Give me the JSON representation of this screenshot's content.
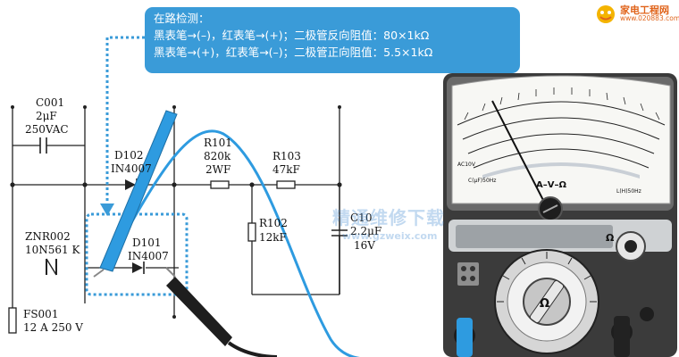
{
  "callout": {
    "title": "在路检测：",
    "line1": "黑表笔→(–)，红表笔→(+)；二极管反向阻值：80×1kΩ",
    "line2": "黑表笔→(+)，红表笔→(–)；二极管正向阻值：5.5×1kΩ"
  },
  "logo": {
    "title": "家电工程网",
    "url": "www.020883.com"
  },
  "watermark": {
    "text": "精通维修下载",
    "url": "www.gzweix.com"
  },
  "components": {
    "c001": {
      "ref": "C001",
      "value": "2μF",
      "rating": "250VAC"
    },
    "d102": {
      "ref": "D102",
      "part": "IN4007"
    },
    "d101": {
      "ref": "D101",
      "part": "IN4007"
    },
    "r101": {
      "ref": "R101",
      "value": "820k",
      "rating": "2WF"
    },
    "r103": {
      "ref": "R103",
      "value": "47kF"
    },
    "r102": {
      "ref": "R102",
      "value": "12kF"
    },
    "c10": {
      "ref": "C10",
      "value": "2.2μF",
      "rating": "16V"
    },
    "znr002": {
      "ref": "ZNR002",
      "part": "10N561 K"
    },
    "fs001": {
      "ref": "FS001",
      "rating": "12 A 250 V"
    }
  },
  "multimeter": {
    "scale_center": "A–V–Ω",
    "dial_center": "Ω",
    "knob_side_label": "Ω",
    "scale_left_small": "AC10V",
    "scale_left_bottom": "C(μF)50Hz",
    "scale_right_bottom": "L(H)50Hz",
    "reading_x1k": 80,
    "reading_unit": "×1kΩ"
  },
  "colors": {
    "callout_bg": "#3a9bd8",
    "probe_cable": "#2e9be0",
    "dotted_box": "#3a9bd8",
    "meter_body": "#3b3b3b"
  }
}
